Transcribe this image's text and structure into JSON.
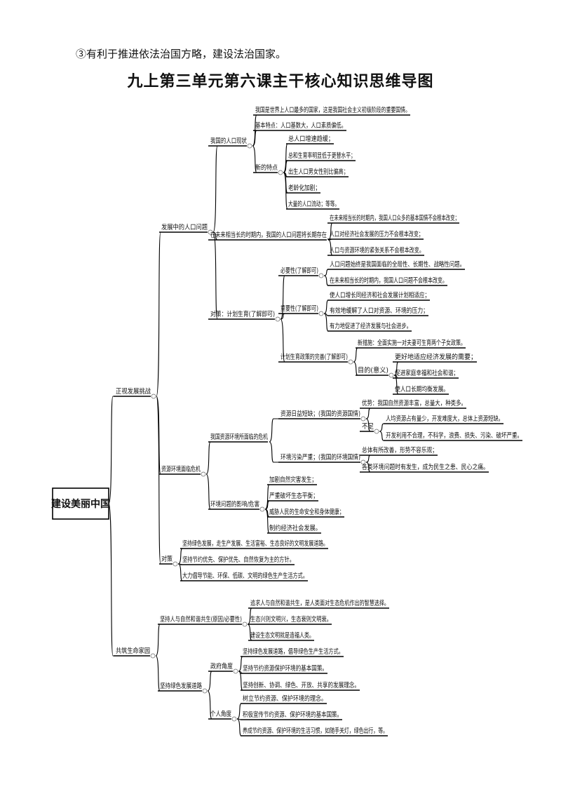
{
  "intro_line": "③有利于推进依法治国方略，建设法治国家。",
  "title": "九上第三单元第六课主干核心知识思维导图",
  "root": "建设美丽中国",
  "nodes": {
    "n1": "正视发展挑战",
    "n1a": "发展中的人口问题",
    "n1a1": "我国的人口现状",
    "n1a1a": "我国是世界上人口最多的国家，这是我国社会主义初级阶段的重要国情。",
    "n1a1b": "基本特点：人口基数大，人口素质偏低。",
    "n1a1c": "新的特点",
    "n1a1c1": "总人口增速趋缓；",
    "n1a1c2": "总和生育率明显低于更替水平；",
    "n1a1c3": "出生人口男女性别比偏高；",
    "n1a1c4": "老龄化加剧；",
    "n1a1c5": "大量的人口流动；等等。",
    "n1a2": "在未来相当长的时期内，我国的人口问题将长期存在",
    "n1a2a": "在未来相当长的时期内，我国人口众多的基本国情不会根本改变；",
    "n1a2b": "人口对经济社会发展的压力不会根本改变；",
    "n1a2c": "人口与资源环境的紧张关系不会根本改变。",
    "n1a3": "对策：计划生育(了解即可)",
    "n1a3a": "必要性(了解即可)",
    "n1a3a1": "人口问题始终是我国面临的全局性、长期性、战略性问题。",
    "n1a3a2": "在未来相当长的时期内，我国人口问题不会根本改变。",
    "n1a3b": "重要性(了解即可)",
    "n1a3b1": "使人口增长同经济和社会发展计划相适应；",
    "n1a3b2": "有效地缓解了人口对资源、环境的压力；",
    "n1a3b3": "有力地促进了经济发展与社会进步。",
    "n1a3c": "计划生育政策的完善(了解即可)",
    "n1a3c1": "新措施：全面实施一对夫妻可生育两个子女政策。",
    "n1a3c2": "目的(意义)",
    "n1a3c2a": "更好地适应经济发展的需要；",
    "n1a3c2b": "促进家庭幸福和社会和谐；",
    "n1a3c2c": "使人口长期均衡发展。",
    "n1b": "资源环境面临危机",
    "n1b1": "我国资源环境所面临的危机",
    "n1b1a": "资源日益短缺；(我国的资源国情)",
    "n1b1a1": "优势：我国自然资源丰富，总量大，种类多。",
    "n1b1a2": "不足",
    "n1b1a2a": "人均资源占有量少，开发难度大，总体上资源短缺。",
    "n1b1a2b": "开发利用不合理，不科学，浪费、损失、污染、破坏严重。",
    "n1b1b": "环境污染严重；(我国的环境国情)",
    "n1b1b1": "总体有所改善，形势不容乐观；",
    "n1b1b2": "各类环境问题时有发生，成为民生之患、民心之痛。",
    "n1b2": "环境问题的影响/危害",
    "n1b2a": "加剧自然灾害发生；",
    "n1b2b": "严重破坏生态平衡；",
    "n1b2c": "威胁人民的生命安全和身体健康；",
    "n1b2d": "制约经济社会发展。",
    "n1c": "对策",
    "n1c1": "坚持绿色发展，走生产发展、生活富裕、生态良好的文明发展道路。",
    "n1c2": "坚持节约优先、保护优先、自然恢复为主的方针。",
    "n1c3": "大力倡导节能、环保、低碳、文明的绿色生产生活方式。",
    "n2": "共筑生命家园",
    "n2a": "坚持人与自然和谐共生(原因/必要性)",
    "n2a1": "追求人与自然和谐共生，是人类面对生态危机作出的智慧选择。",
    "n2a2": "生态兴则文明兴，生态衰则文明衰。",
    "n2a3": "建设生态文明就是造福人类。",
    "n2b": "坚持绿色发展道路",
    "n2b1": "政府角度",
    "n2b1a": "坚持绿色发展道路，倡导绿色生产生活方式。",
    "n2b1b": "坚持节约资源保护环境的基本国策。",
    "n2b1c": "坚持创新、协调、绿色、开放、共享的发展理念。",
    "n2b2": "个人角度",
    "n2b2a": "树立节约资源、保护环境的理念。",
    "n2b2b": "积极宣传节约资源、保护环境的基本国策。",
    "n2b2c": "养成节约资源、保护环境的生活习惯，如随手关灯，绿色出行，等。"
  }
}
